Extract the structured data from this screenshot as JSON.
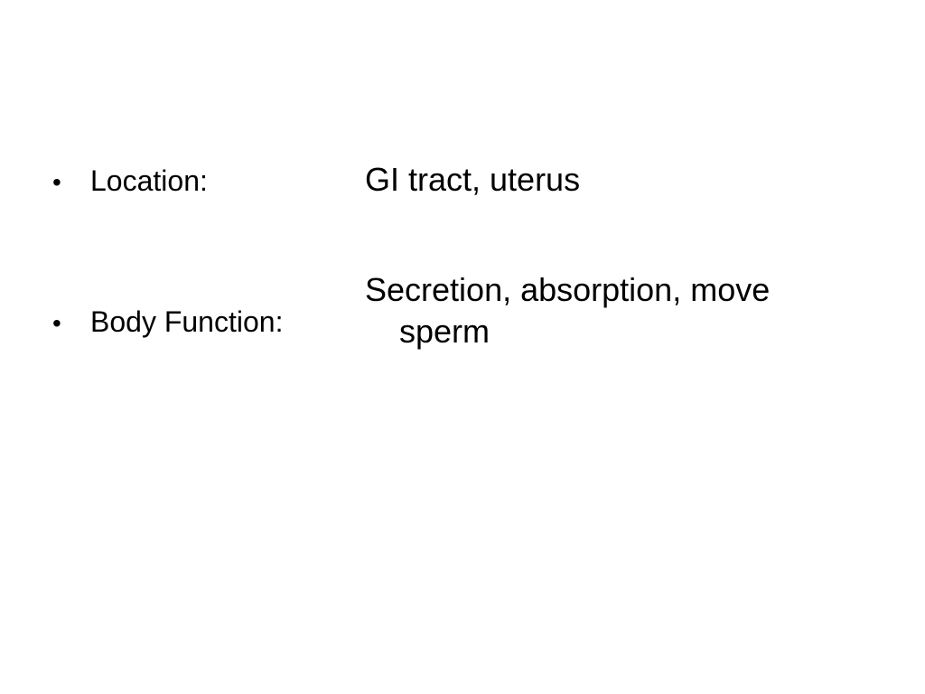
{
  "slide": {
    "items": [
      {
        "label": "Location:",
        "value_lines": [
          "GI tract, uterus"
        ]
      },
      {
        "label": "Body Function:",
        "value_lines": [
          "Secretion, absorption, move",
          "sperm"
        ]
      }
    ],
    "bullet_glyph": "•",
    "colors": {
      "background": "#ffffff",
      "text": "#000000"
    }
  }
}
